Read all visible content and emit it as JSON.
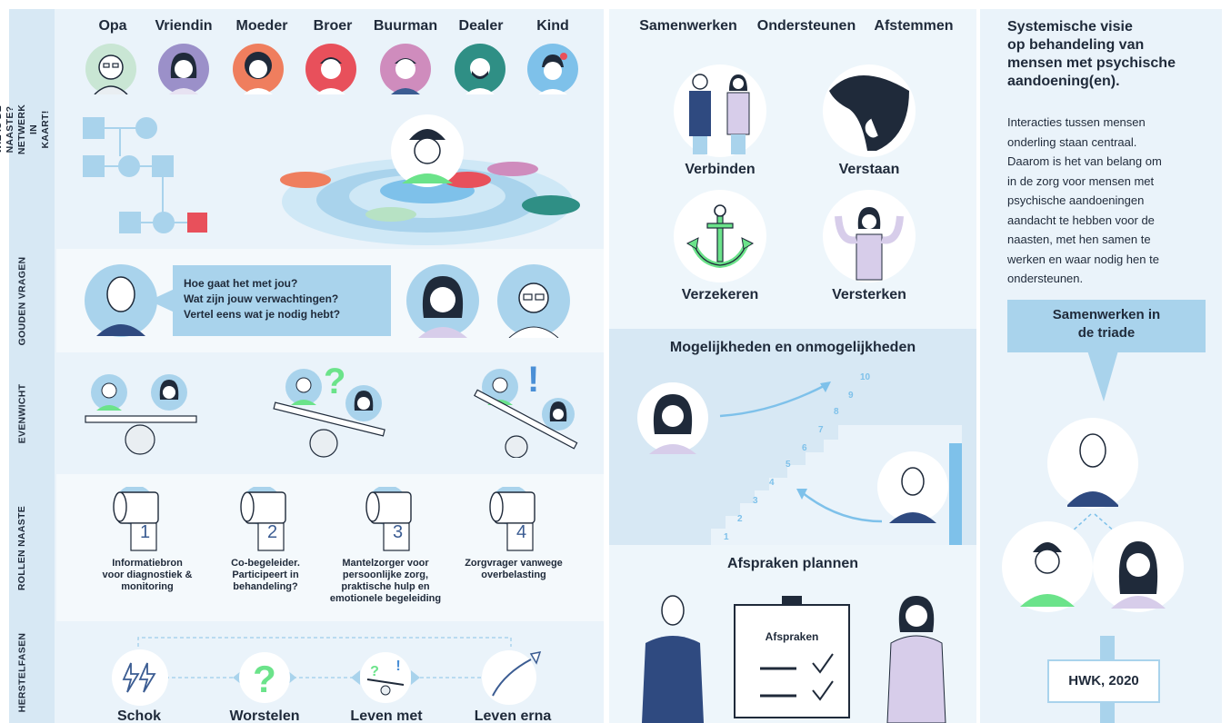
{
  "colors": {
    "panel_bg": "#eaf3fa",
    "strip_bg": "#d7e8f4",
    "accent_blue": "#a9d3ec",
    "accent_green": "#6be38a",
    "accent_red": "#e8505b",
    "navy": "#2f4a80"
  },
  "network": {
    "section_label": "WIE IS DE NAASTE? NETWERK IN KAART!",
    "people": [
      {
        "name": "Opa"
      },
      {
        "name": "Vriendin"
      },
      {
        "name": "Moeder"
      },
      {
        "name": "Broer"
      },
      {
        "name": "Buurman"
      },
      {
        "name": "Dealer"
      },
      {
        "name": "Kind"
      }
    ]
  },
  "gouden_vragen": {
    "section_label": "GOUDEN VRAGEN",
    "questions": [
      "Hoe gaat het met jou?",
      "Wat zijn jouw verwachtingen?",
      "Vertel eens wat je nodig hebt?"
    ]
  },
  "evenwicht": {
    "section_label": "EVENWICHT",
    "symbols": [
      "?",
      "!"
    ]
  },
  "rollen": {
    "section_label": "ROLLEN NAASTE",
    "roles": [
      {
        "number": "1",
        "text": [
          "Informatiebron",
          "voor diagnostiek &",
          "monitoring"
        ]
      },
      {
        "number": "2",
        "text": [
          "Co-begeleider.",
          "Participeert in",
          "behandeling?"
        ]
      },
      {
        "number": "3",
        "text": [
          "Mantelzorger voor",
          "persoonlijke zorg,",
          "praktische hulp en",
          "emotionele begeleiding"
        ]
      },
      {
        "number": "4",
        "text": [
          "Zorgvrager vanwege",
          "overbelasting"
        ]
      }
    ]
  },
  "herstelfasen": {
    "section_label": "HERSTELFASEN",
    "phases": [
      "Schok",
      "Worstelen",
      "Leven met",
      "Leven erna"
    ]
  },
  "middle": {
    "header": [
      "Samenwerken",
      "Ondersteunen",
      "Afstemmen"
    ],
    "concepts": [
      "Verbinden",
      "Verstaan",
      "Verzekeren",
      "Versterken"
    ],
    "mogelijkheden_title": "Mogelijkheden en onmogelijkheden",
    "steps": [
      "1",
      "2",
      "3",
      "4",
      "5",
      "6",
      "7",
      "8",
      "9",
      "10"
    ],
    "afspraken_title": "Afspraken plannen",
    "board_title": "Afspraken"
  },
  "right": {
    "title": [
      "Systemische visie",
      "op behandeling van",
      "mensen met psychische",
      "aandoening(en)."
    ],
    "paragraph": [
      "Interacties tussen mensen",
      "onderling staan centraal.",
      "Daarom is het van belang om",
      "in de zorg voor mensen met",
      "psychische aandoeningen",
      "aandacht te hebben voor de",
      "naasten, met hen samen te",
      "werken en waar nodig hen te",
      "ondersteunen."
    ],
    "callout": [
      "Samenwerken in",
      "de triade"
    ],
    "sign": "HWK, 2020"
  }
}
